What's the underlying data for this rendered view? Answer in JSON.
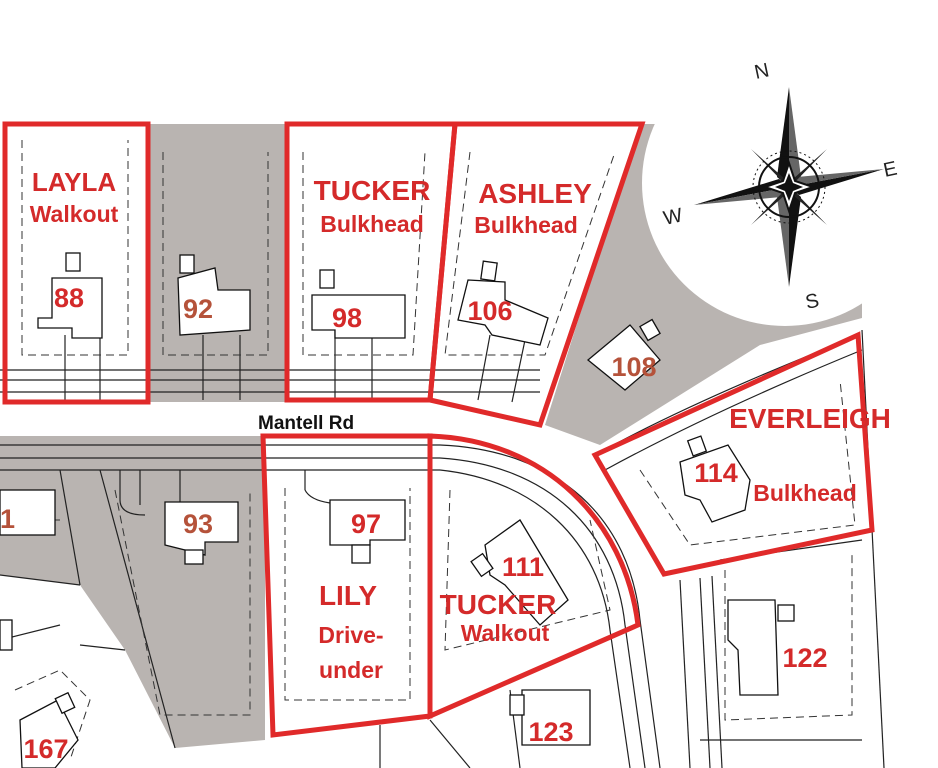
{
  "street": {
    "name": "Mantell Rd"
  },
  "colors": {
    "lot_outline": "#e02a2a",
    "lot_text_available": "#d42a2a",
    "lot_text_other": "#b5523a",
    "shaded_lot": "#b9b4b1",
    "line": "#222222"
  },
  "lots": {
    "l88": {
      "number": "88",
      "model": "LAYLA",
      "type": "Walkout"
    },
    "l92": {
      "number": "92"
    },
    "l98": {
      "number": "98",
      "model": "TUCKER",
      "type": "Bulkhead"
    },
    "l106": {
      "number": "106",
      "model": "ASHLEY",
      "type": "Bulkhead"
    },
    "l108": {
      "number": "108"
    },
    "l114": {
      "number": "114",
      "model": "EVERLEIGH",
      "type": "Bulkhead"
    },
    "l93": {
      "number": "93"
    },
    "l97": {
      "number": "97",
      "model": "LILY",
      "type_line1": "Drive-",
      "type_line2": "under"
    },
    "l111": {
      "number": "111",
      "model": "TUCKER",
      "type": "Walkout"
    },
    "l122": {
      "number": "122"
    },
    "l123": {
      "number": "123"
    },
    "l167": {
      "number": "167"
    },
    "l_left_partial": {
      "number": "1"
    }
  },
  "compass": {
    "n": "N",
    "e": "E",
    "s": "S",
    "w": "W",
    "icon": "compass-rose-icon"
  }
}
